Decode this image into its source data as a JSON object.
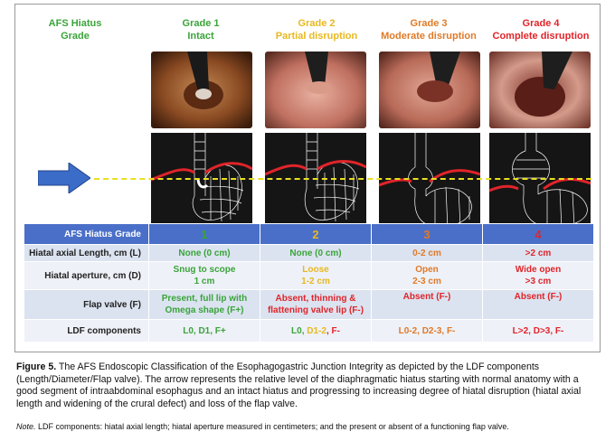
{
  "figure": {
    "header_label": [
      "AFS Hiatus",
      "Grade"
    ],
    "grades": [
      {
        "title": "Grade 1",
        "subtitle": "Intact",
        "color": "#3aa43a"
      },
      {
        "title": "Grade 2",
        "subtitle": "Partial disruption",
        "color": "#e8b820"
      },
      {
        "title": "Grade 3",
        "subtitle": "Moderate disruption",
        "color": "#e07a28"
      },
      {
        "title": "Grade 4",
        "subtitle": "Complete disruption",
        "color": "#e0242a"
      }
    ],
    "table": {
      "head": {
        "label": "AFS Hiatus Grade",
        "values": [
          "1",
          "2",
          "3",
          "4"
        ]
      },
      "rows": [
        {
          "label": "Hiatal axial Length, cm (L)",
          "cells": [
            [
              "None (0 cm)"
            ],
            [
              "None (0 cm)"
            ],
            [
              "0-2 cm"
            ],
            [
              ">2 cm"
            ]
          ]
        },
        {
          "label": "Hiatal aperture, cm (D)",
          "cells": [
            [
              "Snug to scope",
              "1 cm"
            ],
            [
              "Loose",
              "1-2 cm"
            ],
            [
              "Open",
              "2-3 cm"
            ],
            [
              "Wide open",
              ">3 cm"
            ]
          ]
        },
        {
          "label": "Flap valve (F)",
          "cells": [
            [
              "Present, full lip with",
              "Omega shape (F+)"
            ],
            [
              "Absent, thinning &",
              "flattening valve lip (F-)"
            ],
            [
              "Absent (F-)"
            ],
            [
              "Absent (F-)"
            ]
          ]
        },
        {
          "label": "LDF components",
          "ldf": {
            "g1": "L0, D1, F+",
            "g2a": "L0, ",
            "g2b": "D1-2",
            "g2c": ", F-",
            "g3": "L0-2, D2-3, F-",
            "g4": "L>2, D>3, F-"
          }
        }
      ]
    }
  },
  "caption": {
    "label": "Figure 5.",
    "text": "The AFS Endoscopic Classification of the Esophagogastric Junction Integrity as depicted by the LDF components (Length/Diameter/Flap valve). The arrow represents the relative level of the diaphragmatic hiatus starting with normal anatomy with a good segment of intraabdominal esophagus and an intact hiatus and progressing to increasing degree of hiatal disruption (hiatal axial length and widening of the crural defect) and loss of the flap valve.",
    "note_label": "Note.",
    "note_text": "LDF components: hiatal axial length; hiatal aperture measured in centimeters; and the present or absent of a functioning flap valve."
  }
}
